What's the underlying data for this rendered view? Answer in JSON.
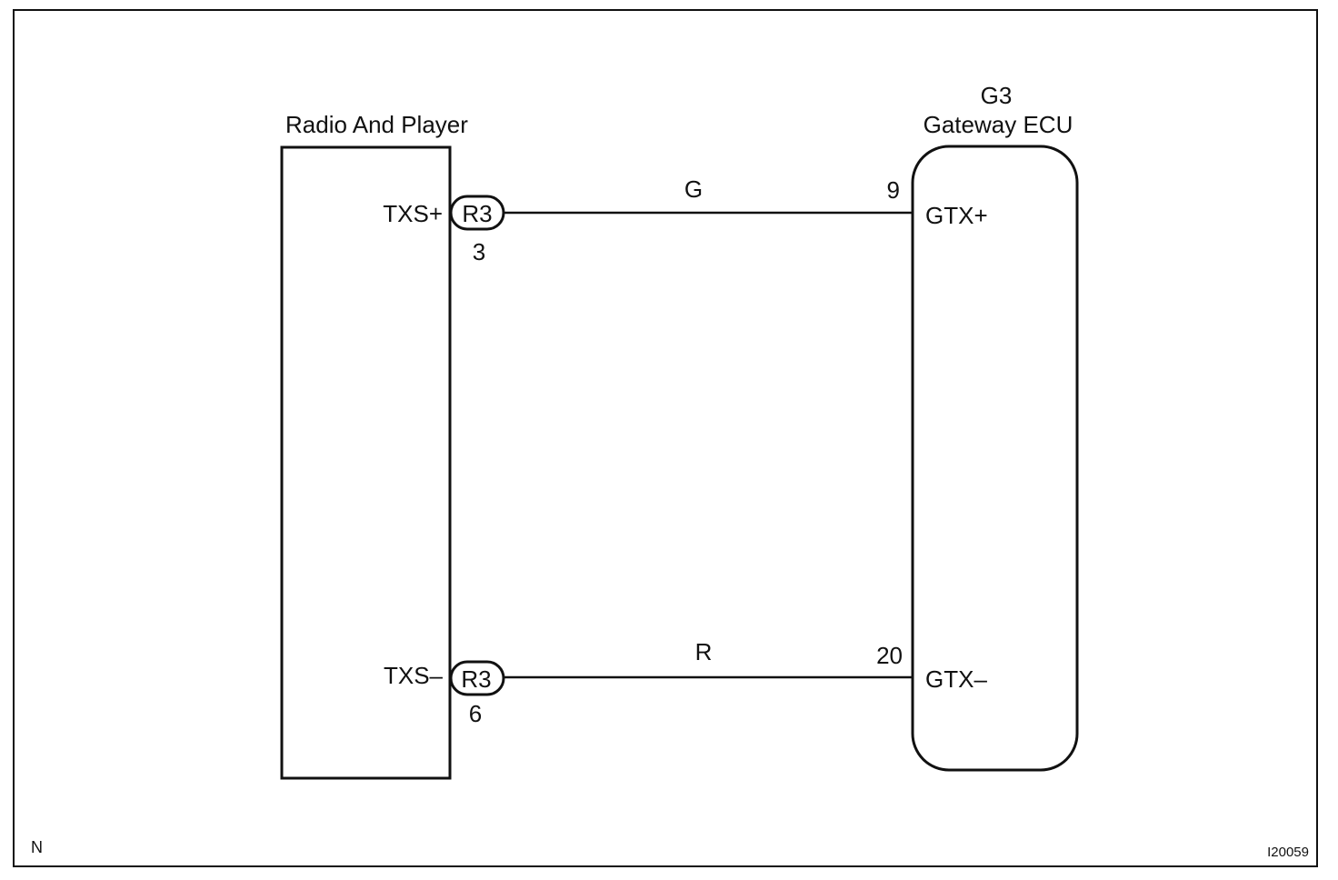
{
  "components": {
    "radio": {
      "label": "Radio And Player"
    },
    "gateway": {
      "code": "G3",
      "label": "Gateway ECU"
    }
  },
  "connections": [
    {
      "wire_color": "G",
      "radio_terminal": "TXS+",
      "radio_connector": "R3",
      "radio_pin": "3",
      "gateway_pin": "9",
      "gateway_terminal": "GTX+"
    },
    {
      "wire_color": "R",
      "radio_terminal": "TXS–",
      "radio_connector": "R3",
      "radio_pin": "6",
      "gateway_pin": "20",
      "gateway_terminal": "GTX–"
    }
  ],
  "footer": {
    "left_mark": "N",
    "figure_id": "I20059"
  }
}
